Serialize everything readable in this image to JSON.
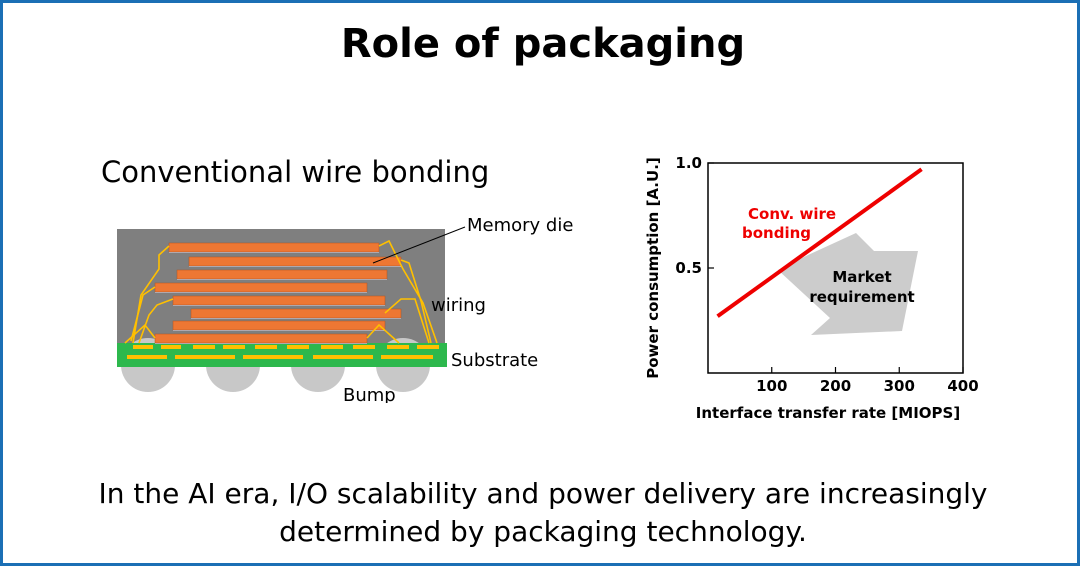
{
  "slide": {
    "title": "Role of packaging",
    "subtitle": "Conventional wire bonding",
    "footer_line1": "In the AI era, I/O scalability and power delivery are increasingly",
    "footer_line2": "determined by packaging technology."
  },
  "package_diagram": {
    "labels": {
      "memory_die": "Memory die",
      "wiring": "wiring",
      "substrate": "Substrate",
      "bump": "Bump"
    },
    "colors": {
      "mold": "#7f7f7f",
      "die": "#ee7733",
      "die_edge": "#b0c4de",
      "wire": "#ffc000",
      "substrate": "#2db84d",
      "bump": "#c8c8c8"
    },
    "die_count": 8,
    "bump_count": 4
  },
  "chart_data": {
    "type": "line",
    "xlabel": "Interface transfer rate [MIOPS]",
    "ylabel": "Power consumption [A.U.]",
    "x_ticks": [
      100,
      200,
      300,
      400
    ],
    "y_ticks": [
      0.5,
      1.0
    ],
    "y_tick_labels": [
      "0.5",
      "1.0"
    ],
    "xlim": [
      0,
      400
    ],
    "ylim": [
      0,
      1.0
    ],
    "series": [
      {
        "name": "Conv. wire bonding",
        "color": "#ee0000",
        "points": [
          {
            "x": 15,
            "y": 0.27
          },
          {
            "x": 335,
            "y": 0.97
          }
        ]
      }
    ],
    "series_label_line1": "Conv. wire",
    "series_label_line2": "bonding",
    "annotation_line1": "Market",
    "annotation_line2": "requirement",
    "annotation_color": "#cccccc"
  }
}
